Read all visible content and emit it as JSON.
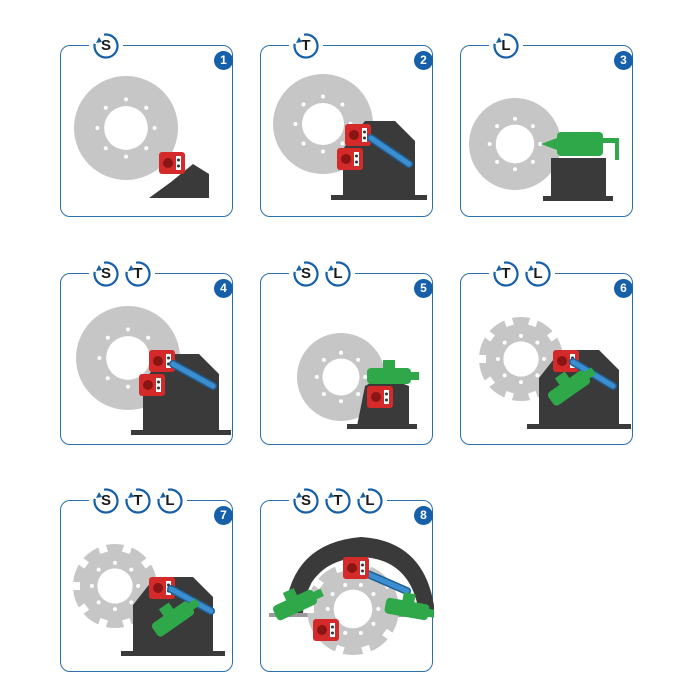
{
  "colors": {
    "border": "#2a6fb0",
    "badge_ring": "#1560a8",
    "number_bg": "#1560a8",
    "disc": "#c6c6c6",
    "machine": "#3a3a3a",
    "caliper_red": "#d42a2a",
    "arm_blue": "#3b8fd0",
    "motor_green": "#2fa84a"
  },
  "panels": [
    {
      "number": "1",
      "badges": [
        "S"
      ],
      "icon": "disc-surfacing"
    },
    {
      "number": "2",
      "badges": [
        "T"
      ],
      "icon": "disc-tilt-machining"
    },
    {
      "number": "3",
      "badges": [
        "L"
      ],
      "icon": "lathe-drive"
    },
    {
      "number": "4",
      "badges": [
        "S",
        "T"
      ],
      "icon": "surfacing-tilt"
    },
    {
      "number": "5",
      "badges": [
        "S",
        "L"
      ],
      "icon": "surfacing-lathe"
    },
    {
      "number": "6",
      "badges": [
        "T",
        "L"
      ],
      "icon": "tilt-lathe"
    },
    {
      "number": "7",
      "badges": [
        "S",
        "T",
        "L"
      ],
      "icon": "surfacing-tilt-lathe"
    },
    {
      "number": "8",
      "badges": [
        "S",
        "T",
        "L"
      ],
      "icon": "full-arc-machine"
    }
  ]
}
